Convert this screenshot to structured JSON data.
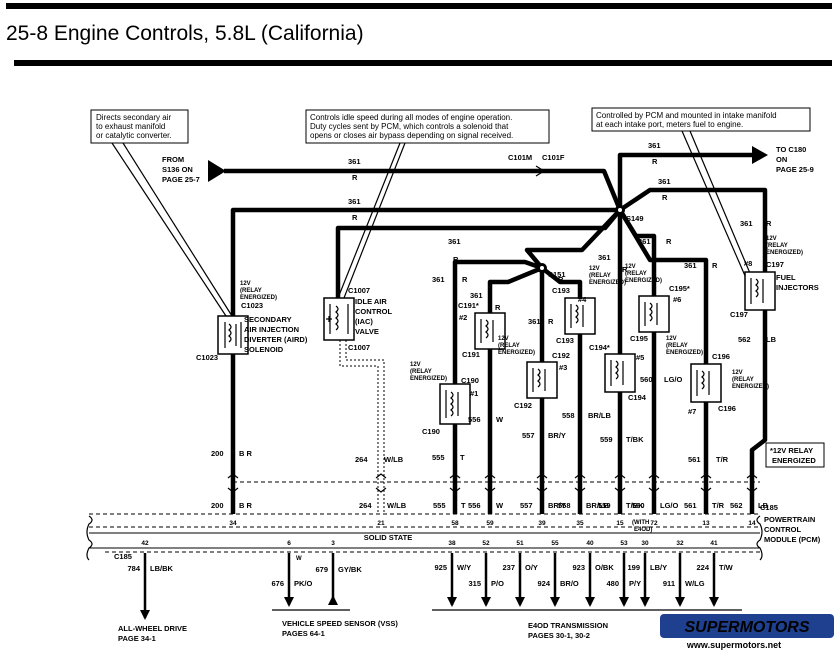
{
  "title": "25-8 Engine Controls, 5.8L (California)",
  "notes": {
    "air": [
      "Directs secondary air",
      "to exhaust manifold",
      "or catalytic converter."
    ],
    "iac": [
      "Controls idle speed during all modes of engine operation.",
      "Duty cycles sent by PCM, which controls a solenoid that",
      "opens or closes air bypass depending on signal received."
    ],
    "inj": [
      "Controlled by PCM and mounted in intake manifold",
      "at each intake port, meters fuel to engine."
    ],
    "relay": [
      "*12V RELAY",
      "ENERGIZED"
    ]
  },
  "from": [
    "FROM",
    "S136 ON",
    "PAGE 25-7"
  ],
  "to": [
    "TO C180",
    "ON",
    "PAGE 25-9"
  ],
  "splices": [
    "S149",
    "S151"
  ],
  "connectors": [
    "C101M",
    "C101F",
    "C1023",
    "C1007",
    "C191*",
    "C191",
    "C193",
    "C192",
    "C190",
    "C194*",
    "C194",
    "C195*",
    "C195",
    "C196",
    "C197",
    "C185"
  ],
  "components": {
    "aird": [
      "SECONDARY",
      "AIR INJECTION",
      "DIVERTER  (AIRD)",
      "SOLENOID"
    ],
    "iac": [
      "IDLE AIR",
      "CONTROL",
      "(IAC)",
      "VALVE"
    ],
    "injectors": [
      "FUEL",
      "INJECTORS"
    ],
    "pcm": [
      "POWERTRAIN",
      "CONTROL",
      "MODULE (PCM)"
    ],
    "solid_state": "SOLID STATE",
    "relay12v": [
      "12V",
      "(RELAY",
      "ENERGIZED)"
    ]
  },
  "injector_ids": [
    "#1",
    "#2",
    "#3",
    "#4",
    "#5",
    "#6",
    "#7",
    "#8"
  ],
  "circuits": [
    "361",
    "R",
    "200",
    "B R",
    "264",
    "W/LB",
    "555",
    "T",
    "556",
    "W",
    "557",
    "BR/Y",
    "558",
    "BR/LB",
    "559",
    "T/BK",
    "560",
    "LG/O",
    "561",
    "T/R",
    "562",
    "LB"
  ],
  "pins_top": [
    "34",
    "21",
    "58",
    "59",
    "39",
    "35",
    "15",
    "(WITH",
    "E4OD)",
    "72",
    "13",
    "14"
  ],
  "pins_bottom": [
    "42",
    "6",
    "3",
    "38",
    "52",
    "51",
    "55",
    "40",
    "53",
    "30",
    "32",
    "41"
  ],
  "bottom_wires": [
    "784",
    "LB/BK",
    "676",
    "PK/O",
    "679",
    "GY/BK",
    "925",
    "W/Y",
    "315",
    "P/O",
    "237",
    "O/Y",
    "924",
    "BR/O",
    "923",
    "O/BK",
    "480",
    "P/Y",
    "199",
    "LB/Y",
    "911",
    "W/LG",
    "224",
    "T/W"
  ],
  "destinations": {
    "awd": [
      "ALL-WHEEL DRIVE",
      "PAGE 34-1"
    ],
    "vss": [
      "VEHICLE SPEED SENSOR (VSS)",
      "PAGES 64-1"
    ],
    "e4od": [
      "E4OD TRANSMISSION",
      "PAGES 30-1, 30-2"
    ]
  },
  "watermark": {
    "brand": "SUPERMOTORS",
    "url": "www.supermotors.net"
  }
}
